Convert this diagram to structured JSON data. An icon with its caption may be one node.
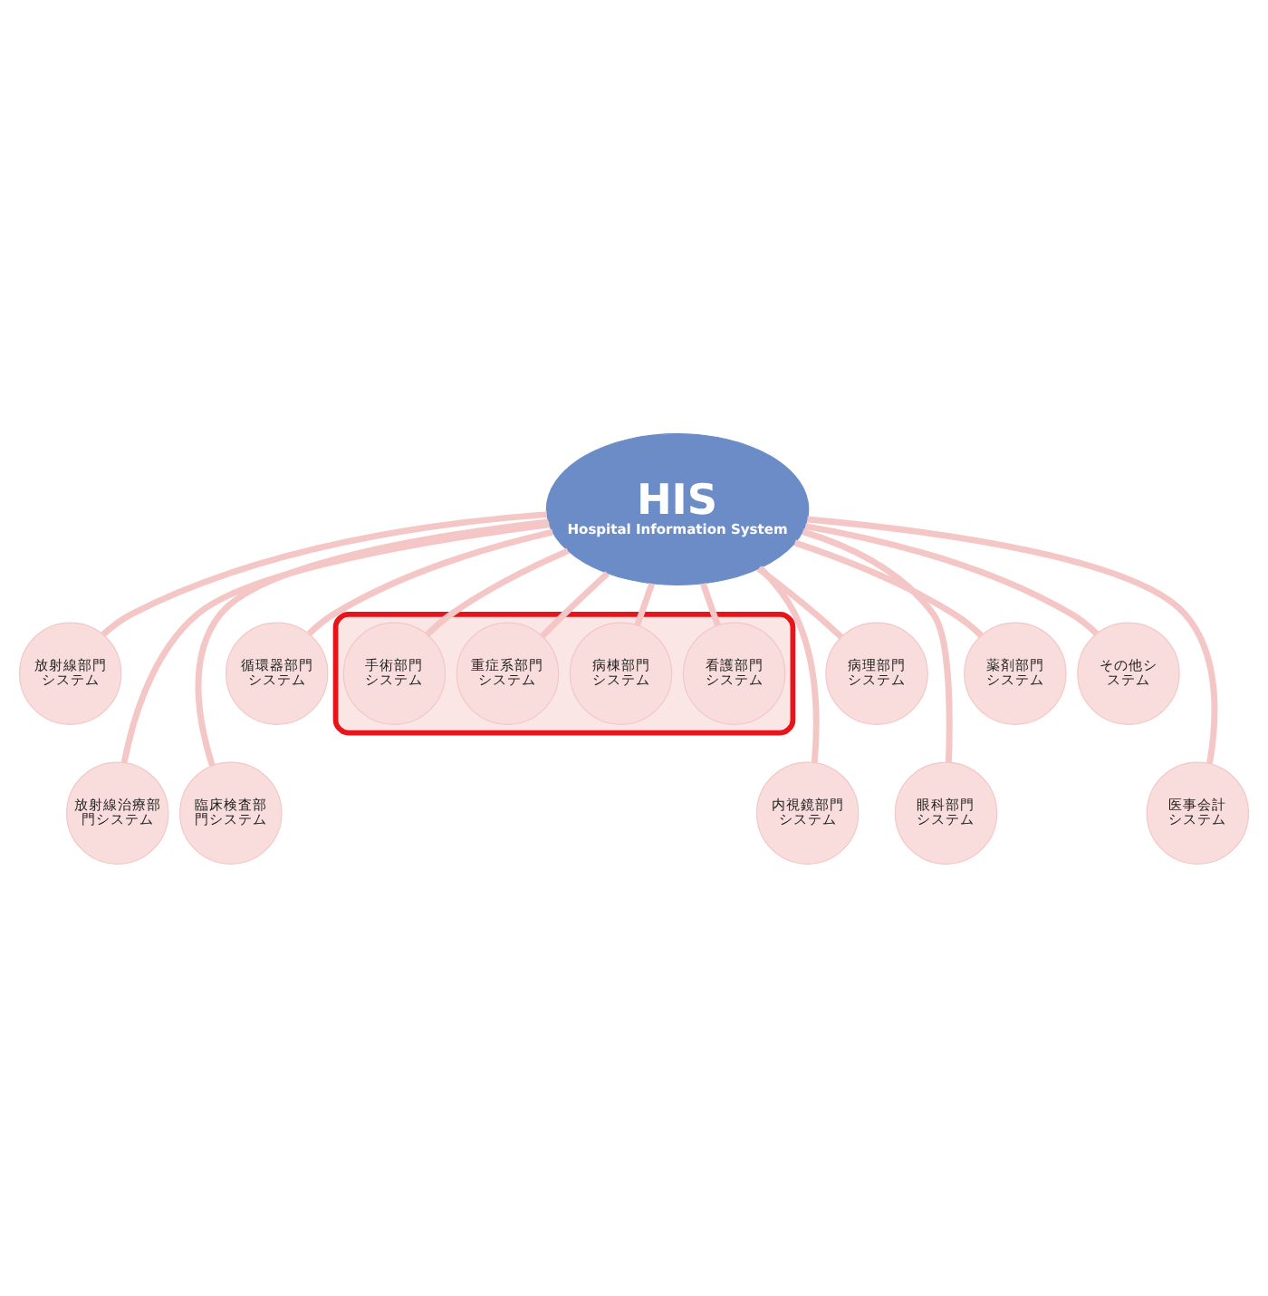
{
  "diagram": {
    "nodes": [
      {
        "text": [
          "放射線部門システム"
        ]
      },
      {
        "text": [
          "放射線治療部門システム"
        ]
      },
      {
        "text": [
          "臨床検査部門システム"
        ]
      },
      {
        "text": [
          "循環器部門システム"
        ]
      },
      {
        "text": [],
        "shape": "band"
      },
      {
        "text": [
          "看護部門システム"
        ],
        "in": 4
      },
      {
        "text": [
          "内視鏡部門システム"
        ]
      },
      {
        "text": [
          "HIS",
          "Hospital Information System"
        ]
      },
      {
        "text": [
          "病棟部門システム"
        ],
        "in": 4
      },
      {
        "text": [
          "病理部門システム"
        ]
      },
      {
        "text": [
          "重症系部門システム"
        ],
        "in": 4
      },
      {
        "text": [
          "眼科部門システム"
        ]
      },
      {
        "text": [
          "手術部門システム"
        ],
        "in": 4
      },
      {
        "text": [
          "薬剤部門システム"
        ]
      },
      {
        "text": [
          "その他システム"
        ]
      },
      {
        "text": [
          "医事会計システム"
        ]
      }
    ],
    "edges": [
      {
        "from": 7,
        "to": 0,
        "arrow": "none"
      },
      {
        "from": 7,
        "to": 1,
        "arrow": "none"
      },
      {
        "from": 7,
        "to": 3,
        "arrow": "none"
      },
      {
        "from": 7,
        "to": 6,
        "arrow": "none"
      },
      {
        "from": 7,
        "to": 9,
        "arrow": "none"
      },
      {
        "from": 7,
        "to": 11,
        "arrow": "none"
      },
      {
        "from": 7,
        "to": 13,
        "arrow": "none"
      },
      {
        "from": 7,
        "to": 15,
        "arrow": "none"
      },
      {
        "from": 7,
        "to": 14,
        "arrow": "none"
      },
      {
        "from": 7,
        "to": 12,
        "arrow": "none"
      },
      {
        "from": 7,
        "to": 10,
        "arrow": "none"
      },
      {
        "from": 7,
        "to": 8,
        "arrow": "none"
      },
      {
        "from": 7,
        "to": 5,
        "arrow": "none"
      },
      {
        "from": 7,
        "to": 2,
        "arrow": "none"
      }
    ]
  }
}
